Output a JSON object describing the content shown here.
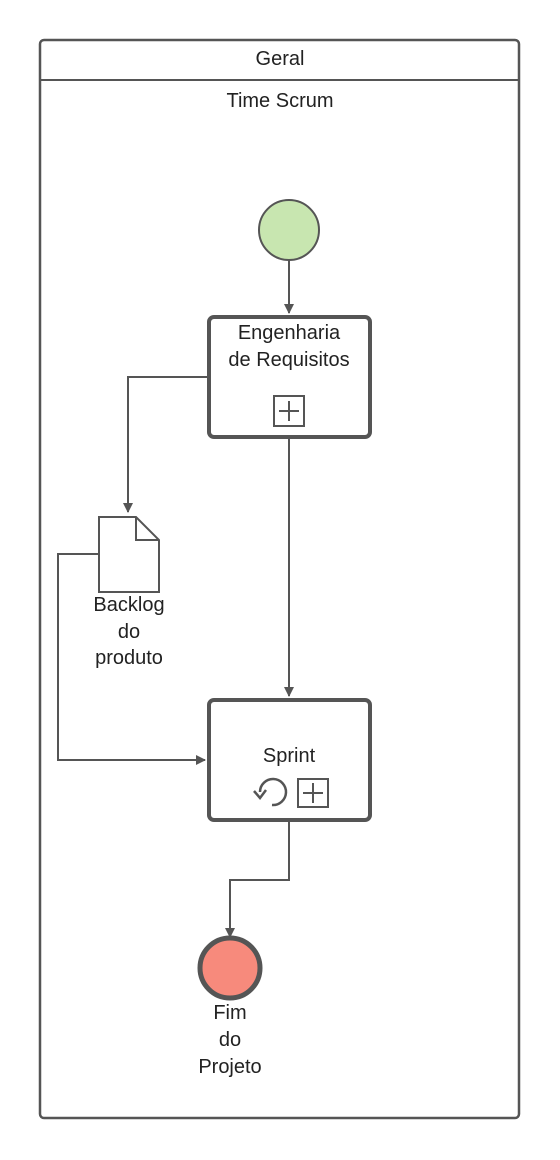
{
  "pool": {
    "title": "Geral",
    "lane_title": "Time Scrum"
  },
  "start_event": {
    "fill": "#c8e6b0"
  },
  "end_event": {
    "label_lines": [
      "Fim",
      "do",
      "Projeto"
    ],
    "fill": "#f78a7c"
  },
  "tasks": [
    {
      "label_lines": [
        "Engenharia",
        "de Requisitos"
      ],
      "markers": [
        "subprocess-icon"
      ]
    },
    {
      "label_lines": [
        "Sprint"
      ],
      "markers": [
        "loop-icon",
        "subprocess-icon"
      ]
    }
  ],
  "data_object": {
    "label_lines": [
      "Backlog",
      "do",
      "produto"
    ]
  },
  "colors": {
    "stroke": "#555555",
    "text": "#222222"
  }
}
